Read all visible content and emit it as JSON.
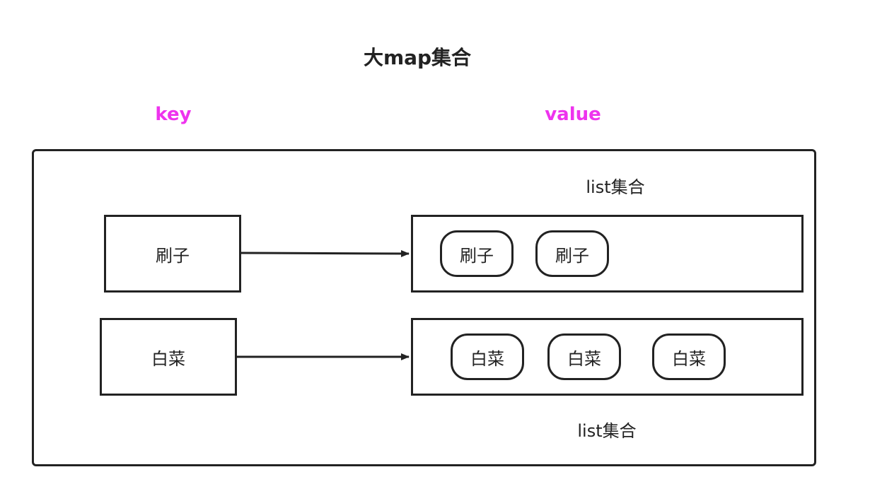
{
  "title": "大map集合",
  "labels": {
    "key": "key",
    "value": "value"
  },
  "colors": {
    "accent_label": "#ee33ee",
    "stroke": "#222222"
  },
  "entries": [
    {
      "key": "刷子",
      "list_caption": "list集合",
      "values": [
        "刷子",
        "刷子"
      ]
    },
    {
      "key": "白菜",
      "list_caption": "list集合",
      "values": [
        "白菜",
        "白菜",
        "白菜"
      ]
    }
  ]
}
